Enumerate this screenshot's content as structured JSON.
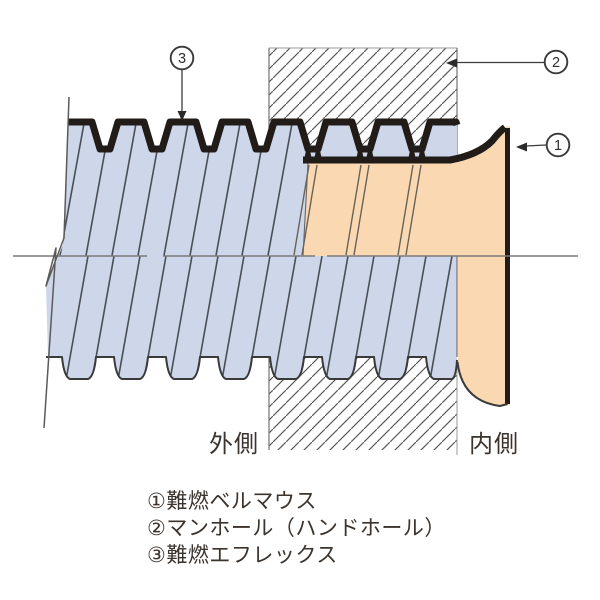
{
  "diagram": {
    "side_labels": {
      "outside": "外側",
      "inside": "内側"
    },
    "callouts": {
      "c1": "1",
      "c2": "2",
      "c3": "3"
    },
    "legend": {
      "items": [
        "①難燃ベルマウス",
        "②マンホール（ハンドホール）",
        "③難燃エフレックス"
      ]
    }
  },
  "colors": {
    "pipe_fill": "#cdd7e9",
    "bellmouth_fill": "#f9d8b2",
    "outline_heavy": "#211c18",
    "line_thin": "#4a4f57",
    "hatch_line": "#5a5a5a",
    "centerline": "#7a7a7a",
    "text": "#3b332d"
  }
}
